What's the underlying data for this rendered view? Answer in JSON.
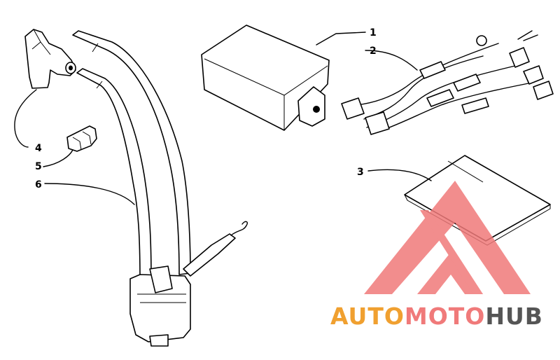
{
  "callouts": [
    {
      "id": "1",
      "text": "1"
    },
    {
      "id": "2",
      "text": "2"
    },
    {
      "id": "3",
      "text": "3"
    },
    {
      "id": "4",
      "text": "4"
    },
    {
      "id": "5",
      "text": "5"
    },
    {
      "id": "6",
      "text": "6"
    }
  ],
  "watermark": {
    "part1": "AUTO",
    "part2": "MOTO",
    "part3": "HUB",
    "color_primary": "#f0a030",
    "color_secondary": "#f07a7a",
    "color_dark": "#555555"
  }
}
